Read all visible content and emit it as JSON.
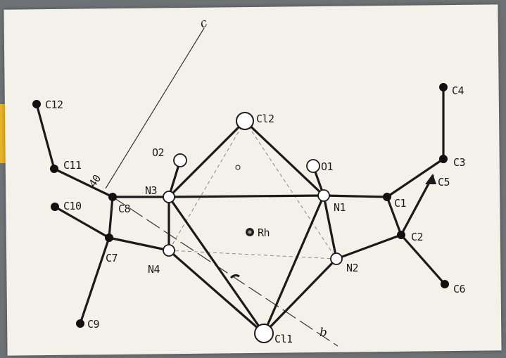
{
  "diagram": {
    "central_atom": "Rh",
    "atoms": {
      "C12": "C12",
      "C11": "C11",
      "C10": "C10",
      "C9": "C9",
      "C8": "C8",
      "C7": "C7",
      "N3": "N3",
      "N4": "N4",
      "O2": "O2",
      "Cl2": "Cl2",
      "Cl1": "Cl1",
      "O1": "O1",
      "N1": "N1",
      "N2": "N2",
      "C1": "C1",
      "C2": "C2",
      "C3": "C3",
      "C4": "C4",
      "C5": "C5",
      "C6": "C6"
    },
    "axes": {
      "c": "c",
      "b": "b"
    },
    "annotation": "40"
  },
  "colors": {
    "paper": "#f3f1ea",
    "ink": "#1a1a1a",
    "background": "#6f7275",
    "tab": "#e7b32c"
  }
}
